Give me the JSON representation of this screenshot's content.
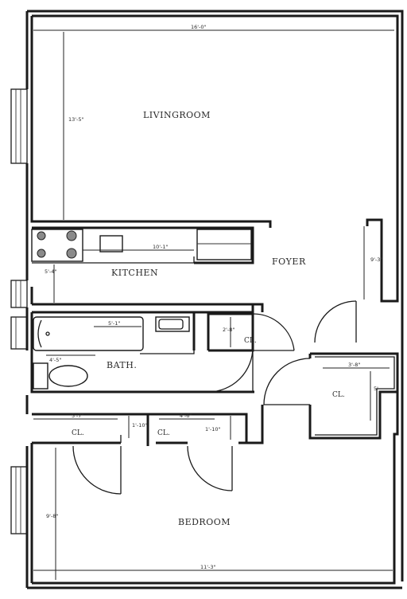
{
  "rooms": {
    "living": "LIVINGROOM",
    "kitchen": "KITCHEN",
    "foyer": "FOYER",
    "bath": "BATH.",
    "bedroom": "BEDROOM"
  },
  "closets": {
    "foyer_small": "CL.",
    "foyer_large": "CL.",
    "bedroom_left": "CL.",
    "bedroom_right": "CL."
  },
  "dimensions": {
    "living_width": "16'-0\"",
    "living_depth": "13'-5\"",
    "kitchen_counter": "10'-1\"",
    "kitchen_depth": "5'-4\"",
    "foyer_depth": "9'-3\"",
    "bath_tub": "5'-1\"",
    "bath_width": "4'-5\"",
    "closet_small_depth": "2'-8\"",
    "closet_large_width": "3'-8\"",
    "closet_large_depth": "5'",
    "bedroom_cl_left_width": "5'-7\"",
    "bedroom_cl_left_depth": "1'-10\"",
    "bedroom_cl_right_width": "4'-6\"",
    "bedroom_cl_right_depth": "1'-10\"",
    "bedroom_depth": "9'-8\"",
    "bedroom_width": "11'-3\""
  }
}
